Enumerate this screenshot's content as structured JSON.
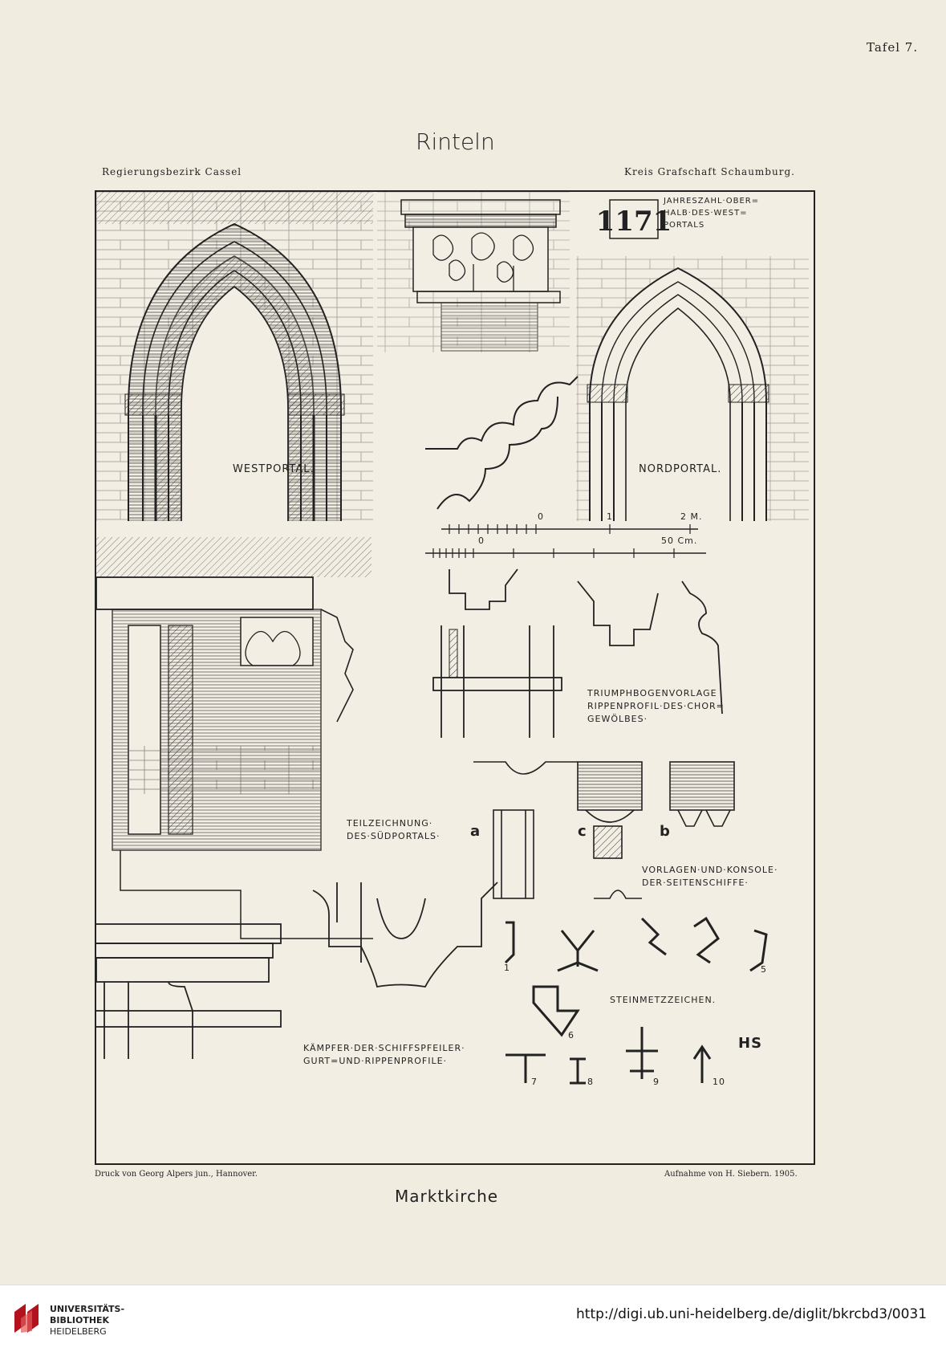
{
  "header": {
    "plate_number": "Tafel 7.",
    "title": "Rinteln",
    "region_left": "Regierungsbezirk Cassel",
    "region_right": "Kreis Grafschaft Schaumburg."
  },
  "plate_labels": {
    "westportal": "WESTPORTAL.",
    "nordportal": "NORDPORTAL.",
    "year_note_lines": [
      "JAHRESZAHL·OBER=",
      "HALB·DES·WEST=",
      "PORTALS"
    ],
    "year_glyph": "1171",
    "scale_m": [
      "0",
      "1",
      "2 M."
    ],
    "scale_cm": [
      "0",
      "50 Cm."
    ],
    "triumph_lines": [
      "TRIUMPHBOGENVORLAGE",
      "RIPPENPROFIL·DES·CHOR=",
      "GEWÖLBES·"
    ],
    "teil_lines": [
      "TEILZEICHNUNG·",
      "DES·SÜDPORTALS·"
    ],
    "letters": [
      "a",
      "c",
      "b"
    ],
    "vorlagen_lines": [
      "VORLAGEN·UND·KONSOLE·",
      "DER·SEITENSCHIFFE·"
    ],
    "kaempfer_lines": [
      "KÄMPFER·DER·SCHIFFSPFEILER·",
      "GURT=UND·RIPPENPROFILE·"
    ],
    "steinmetz": "STEINMETZZEICHEN.",
    "mark_numbers": [
      "1",
      "5",
      "6",
      "7",
      "8",
      "9",
      "10"
    ],
    "monogram": "HS"
  },
  "credits": {
    "printer": "Druck von Georg Alpers jun., Hannover.",
    "survey": "Aufnahme von H. Siebern.  1905."
  },
  "caption": "Marktkirche",
  "library": {
    "name_lines": [
      "UNIVERSITÄTS-",
      "BIBLIOTHEK",
      "HEIDELBERG"
    ],
    "url": "http://digi.ub.uni-heidelberg.de/diglit/bkrcbd3/0031",
    "logo_color": "#b3121d"
  }
}
